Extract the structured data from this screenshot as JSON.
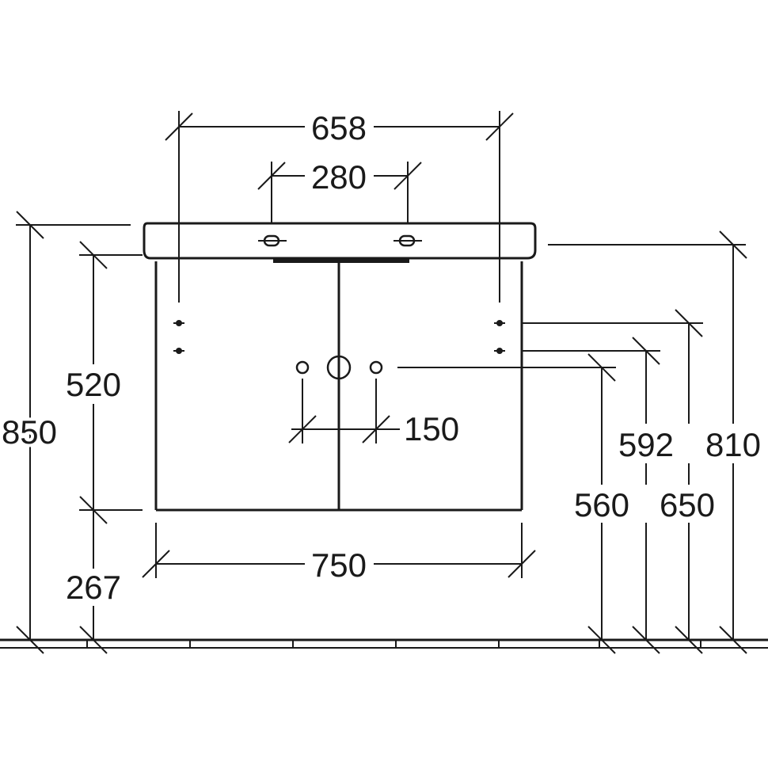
{
  "dimensions": {
    "width_basin_mounting": "658",
    "tap_hole_spacing": "280",
    "overall_height": "850",
    "cabinet_height": "520",
    "plinth_height": "267",
    "drain_spacing": "150",
    "cabinet_width": "750",
    "drain_height": "560",
    "supply_height": "592",
    "fixing_height": "650",
    "basin_top_height": "810"
  },
  "colors": {
    "line": "#1a1a1a",
    "background": "#ffffff"
  }
}
